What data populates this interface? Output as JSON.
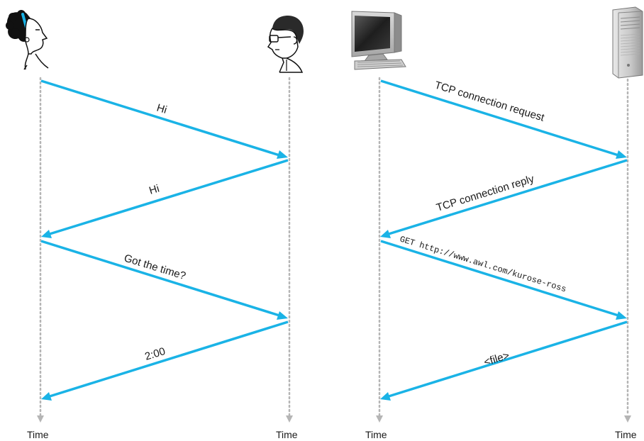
{
  "colors": {
    "message": "#1ab3e6",
    "timeline": "#b5b5b5",
    "text": "#1a1a1a"
  },
  "left_diagram": {
    "participants": [
      {
        "name": "woman-icon"
      },
      {
        "name": "man-icon"
      }
    ],
    "messages": [
      {
        "label": "Hi"
      },
      {
        "label": "Hi"
      },
      {
        "label": "Got the time?"
      },
      {
        "label": "2:00"
      }
    ],
    "time_labels": [
      "Time",
      "Time"
    ]
  },
  "right_diagram": {
    "participants": [
      {
        "name": "computer-icon"
      },
      {
        "name": "server-icon"
      }
    ],
    "messages": [
      {
        "label": "TCP connection request"
      },
      {
        "label": "TCP connection reply"
      },
      {
        "label": "GET http://www.awl.com/kurose-ross"
      },
      {
        "label": "<file>"
      }
    ],
    "time_labels": [
      "Time",
      "Time"
    ]
  }
}
